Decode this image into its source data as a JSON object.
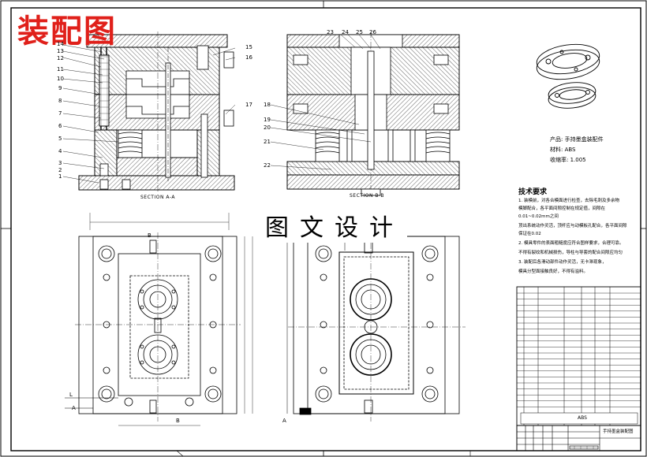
{
  "title_main": "装配图",
  "title_center": "图文设计",
  "section_labels": {
    "aa": "SECTION  A-A",
    "bb": "SECTION  B-B"
  },
  "callouts_left": [
    "14",
    "13",
    "12",
    "11",
    "10",
    "9",
    "8",
    "7",
    "6",
    "5",
    "4",
    "3",
    "2",
    "1"
  ],
  "callouts_mid_right": [
    "15",
    "16",
    "17"
  ],
  "callouts_top_bb": [
    "23",
    "24",
    "25",
    "26"
  ],
  "callouts_left_bb": [
    "18",
    "19",
    "20",
    "21",
    "22"
  ],
  "view_marks": {
    "b_top": "B",
    "b_bottom": "B",
    "a_left": "A",
    "a_left2": "A",
    "l_mark": "L"
  },
  "product": {
    "name": "产品: 手持墨盒装配件",
    "material": "材料: ABS",
    "shrink": "收缩率: 1.005"
  },
  "tech": {
    "title": "技术要求",
    "lines": [
      "1. 装模前，对各合模面进行检查，去除毛刺及多余物",
      "模脚配合，各平面间隙控制在规定值，间隙在",
      "0.01~0.02mm之间",
      "顶出系统动作灵活，顶杆应与动模板孔配合，各平面间隙",
      "保证在0.02",
      "2. 模具零件的表面粗糙度应符合图样要求，合理可靠。",
      "不得有裂纹和机械损伤，导柱与导套的配合间隙应均匀",
      "3. 装配后各滑动部件动作灵活，无卡滞现象，",
      "模具分型面接触良好，不得有溢料。"
    ]
  },
  "title_block": {
    "material_cell": "ABS",
    "name_cell": "手持墨盒装配图"
  },
  "colors": {
    "line": "#000000",
    "red_title": "#e0201a",
    "border": "#000000"
  }
}
